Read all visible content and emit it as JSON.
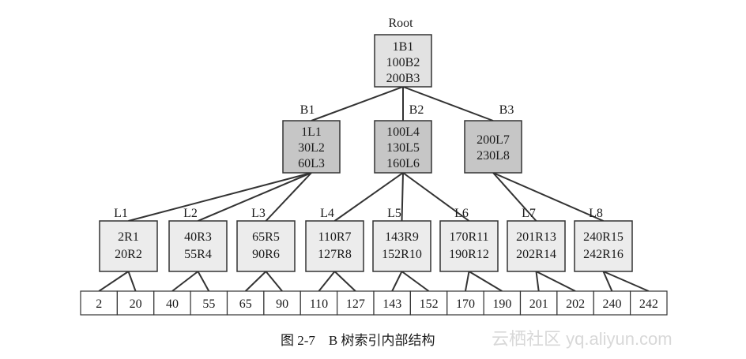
{
  "diagram": {
    "root": {
      "label": "Root",
      "entries": [
        "1B1",
        "100B2",
        "200B3"
      ]
    },
    "branches": [
      {
        "label": "B1",
        "entries": [
          "1L1",
          "30L2",
          "60L3"
        ]
      },
      {
        "label": "B2",
        "entries": [
          "100L4",
          "130L5",
          "160L6"
        ]
      },
      {
        "label": "B3",
        "entries": [
          "200L7",
          "230L8"
        ]
      }
    ],
    "leaves": [
      {
        "label": "L1",
        "entries": [
          "2R1",
          "20R2"
        ]
      },
      {
        "label": "L2",
        "entries": [
          "40R3",
          "55R4"
        ]
      },
      {
        "label": "L3",
        "entries": [
          "65R5",
          "90R6"
        ]
      },
      {
        "label": "L4",
        "entries": [
          "110R7",
          "127R8"
        ]
      },
      {
        "label": "L5",
        "entries": [
          "143R9",
          "152R10"
        ]
      },
      {
        "label": "L6",
        "entries": [
          "170R11",
          "190R12"
        ]
      },
      {
        "label": "L7",
        "entries": [
          "201R13",
          "202R14"
        ]
      },
      {
        "label": "L8",
        "entries": [
          "240R15",
          "242R16"
        ]
      }
    ],
    "records": [
      "2",
      "20",
      "40",
      "55",
      "65",
      "90",
      "110",
      "127",
      "143",
      "152",
      "170",
      "190",
      "201",
      "202",
      "240",
      "242"
    ],
    "colors": {
      "root_fill": "#e2e2e2",
      "branch_fill": "#c6c6c6",
      "leaf_fill": "#ececec",
      "stroke": "#333333"
    }
  },
  "caption": "图 2-7　B 树索引内部结构",
  "watermark": "云栖社区 yq.aliyun.com"
}
